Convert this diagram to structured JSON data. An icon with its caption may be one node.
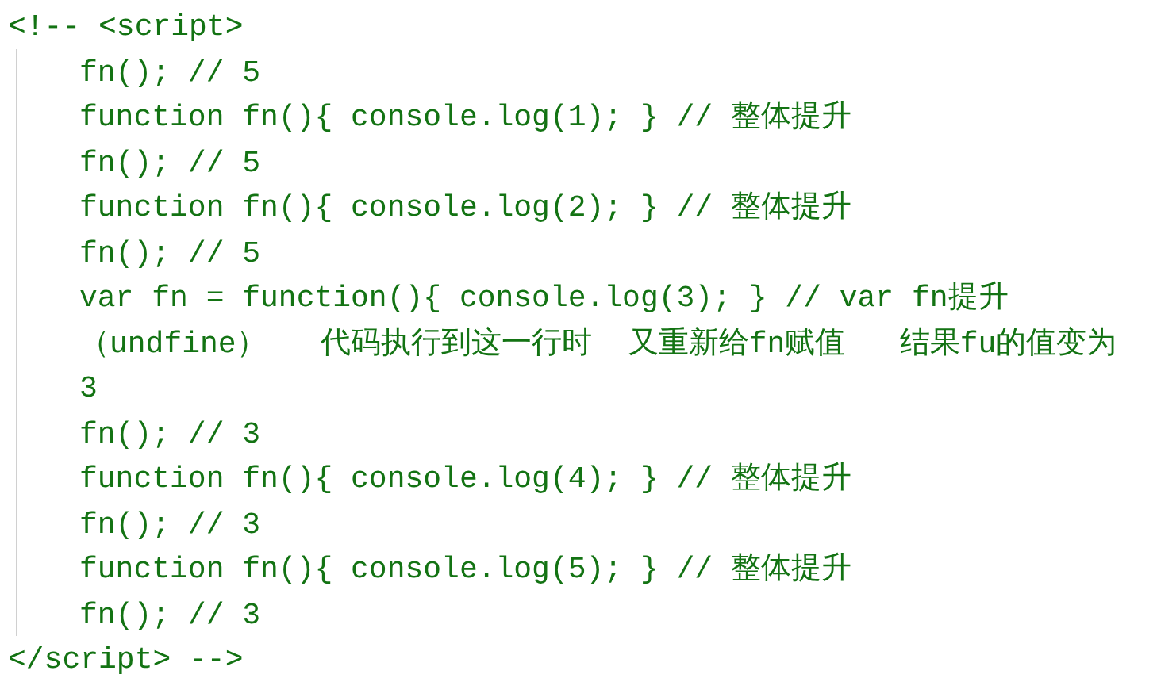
{
  "diagram": {
    "labels": [
      "<!-- <script>",
      "fn(); // 5",
      "function fn(){ console.log(1); } // 整体提升",
      "fn(); // 5",
      "function fn(){ console.log(2); } // 整体提升",
      "fn(); // 5",
      "var fn = function(){ console.log(3); } // var fn提升",
      "（undfine）   代码执行到这一行时  又重新给fn赋值   结果fu的值变为3",
      "fn(); // 3",
      "function fn(){ console.log(4); } // 整体提升",
      "fn(); // 3",
      "function fn(){ console.log(5); } // 整体提升",
      "fn(); // 3",
      "</script> -->"
    ]
  }
}
